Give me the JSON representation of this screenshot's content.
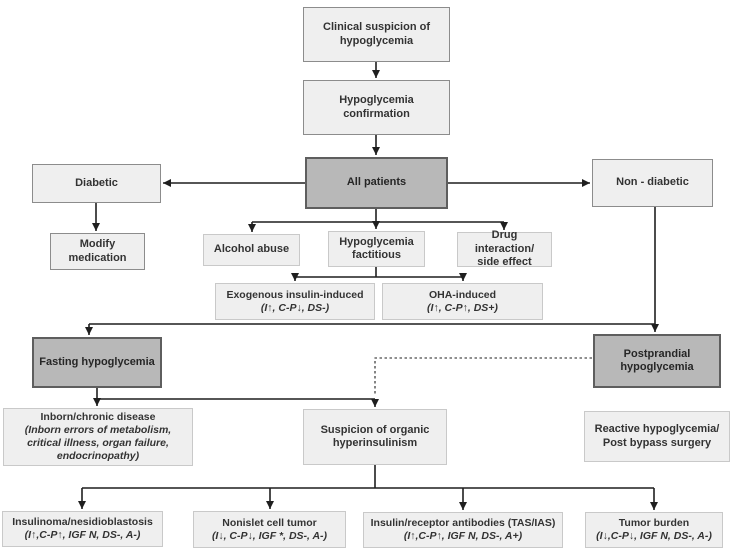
{
  "diagram": {
    "type": "flowchart",
    "colors": {
      "box_light": "#efefef",
      "box_dark": "#b8b8b8",
      "border_strong": "#8c8c8c",
      "border_faint": "#c9c9c9",
      "border_dark": "#5e5e5e",
      "line": "#1f1f1f",
      "text": "#333333"
    },
    "nodes": {
      "clinical": {
        "label": "Clinical suspicion of\nhypoglycemia"
      },
      "confirmation": {
        "label": "Hypoglycemia\nconfirmation"
      },
      "all_patients": {
        "label": "All patients"
      },
      "diabetic": {
        "label": "Diabetic"
      },
      "non_diabetic": {
        "label": "Non - diabetic"
      },
      "modify": {
        "label": "Modify\nmedication"
      },
      "alcohol": {
        "label": "Alcohol abuse"
      },
      "factitious": {
        "label": "Hypoglycemia\nfactitious"
      },
      "drug": {
        "label": "Drug interaction/\nside effect"
      },
      "exogenous": {
        "label": "Exogenous insulin-induced",
        "sub": "(I↑, C-P↓, DS-)"
      },
      "oha": {
        "label": "OHA-induced",
        "sub": "(I↑, C-P↑, DS+)"
      },
      "fasting": {
        "label": "Fasting hypoglycemia"
      },
      "postprandial": {
        "label": "Postprandial\nhypoglycemia"
      },
      "inborn": {
        "label": "Inborn/chronic disease",
        "sub": "(Inborn errors of metabolism,\ncritical illness, organ failure,\nendocrinopathy)"
      },
      "suspicion": {
        "label": "Suspicion of organic\nhyperinsulinism"
      },
      "reactive": {
        "label": "Reactive hypoglycemia/\nPost bypass surgery"
      },
      "insulinoma": {
        "label": "Insulinoma/nesidioblastosis",
        "sub": "(I↑,C-P↑, IGF N, DS-, A-)"
      },
      "nonislet": {
        "label": "Nonislet cell tumor",
        "sub": "(I↓, C-P↓, IGF *, DS-, A-)"
      },
      "antibodies": {
        "label": "Insulin/receptor antibodies (TAS/IAS)",
        "sub": "(I↑,C-P↑, IGF N, DS-, A+)"
      },
      "tumor_burden": {
        "label": "Tumor burden",
        "sub": "(I↓,C-P↓, IGF N, DS-, A-)"
      }
    }
  }
}
